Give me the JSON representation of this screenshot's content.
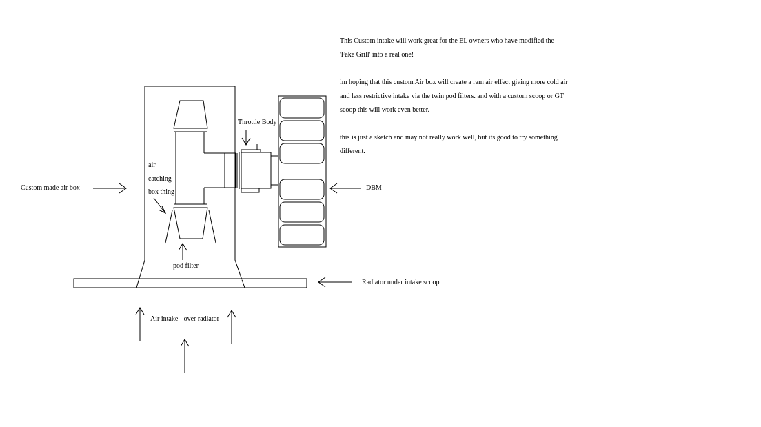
{
  "labels": {
    "throttle_body": "Throttle Body",
    "air_catching": [
      "air",
      "catching",
      "box thing"
    ],
    "custom_made_air_box": "Custom made air box",
    "dbm": "DBM",
    "pod_filter": "pod filter",
    "radiator_under_intake_scoop": "Radiator under intake scoop",
    "air_intake_over_radiator": "Air intake - over radiator"
  },
  "notes": {
    "paragraph_1": [
      "This Custom intake will work great for the EL owners who have modified the",
      "'Fake Grill' into a real one!"
    ],
    "paragraph_2": [
      "im hoping that this custom Air box will create a ram air effect giving more cold air",
      "and less restrictive intake via the twin pod filters. and with a custom scoop or GT",
      "scoop this will work even better."
    ],
    "paragraph_3": [
      "this is just a sketch and may not really work well, but its good to try something",
      "different."
    ]
  },
  "colors": {
    "stroke": "#000000",
    "background": "#ffffff"
  }
}
